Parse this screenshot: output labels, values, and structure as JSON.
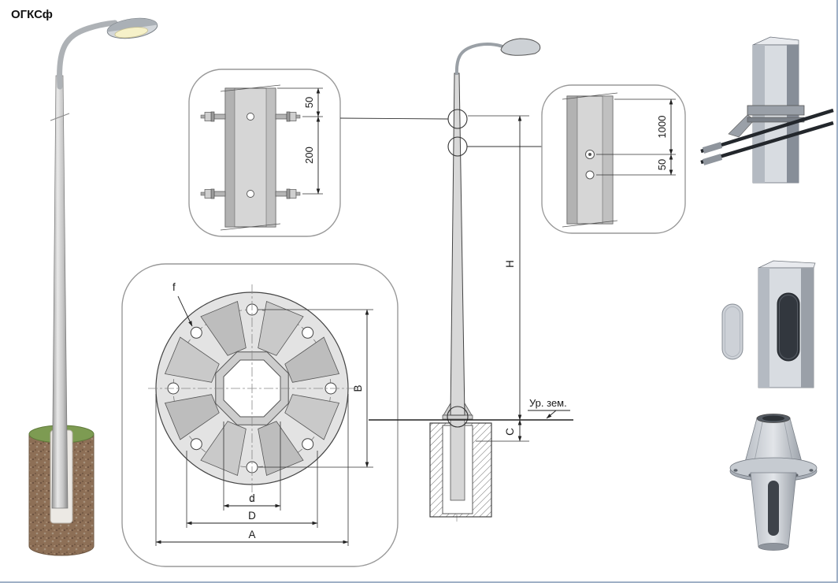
{
  "title": "ОГКСф",
  "joint_detail": {
    "dim_offset": "50",
    "dim_spacing": "200"
  },
  "hole_detail": {
    "dim_height": "1000",
    "dim_spacing": "50"
  },
  "flange_detail": {
    "dim_f": "f",
    "dim_b": "B",
    "dim_d": "d",
    "dim_D": "D",
    "dim_a": "A"
  },
  "elevation": {
    "dim_height": "H",
    "dim_embed": "C",
    "ground_level_label": "Ур. зем."
  },
  "colors": {
    "grass": "#7d9b52",
    "soil": "#8d6f56",
    "lamp_glow": "#f6f1c9"
  }
}
